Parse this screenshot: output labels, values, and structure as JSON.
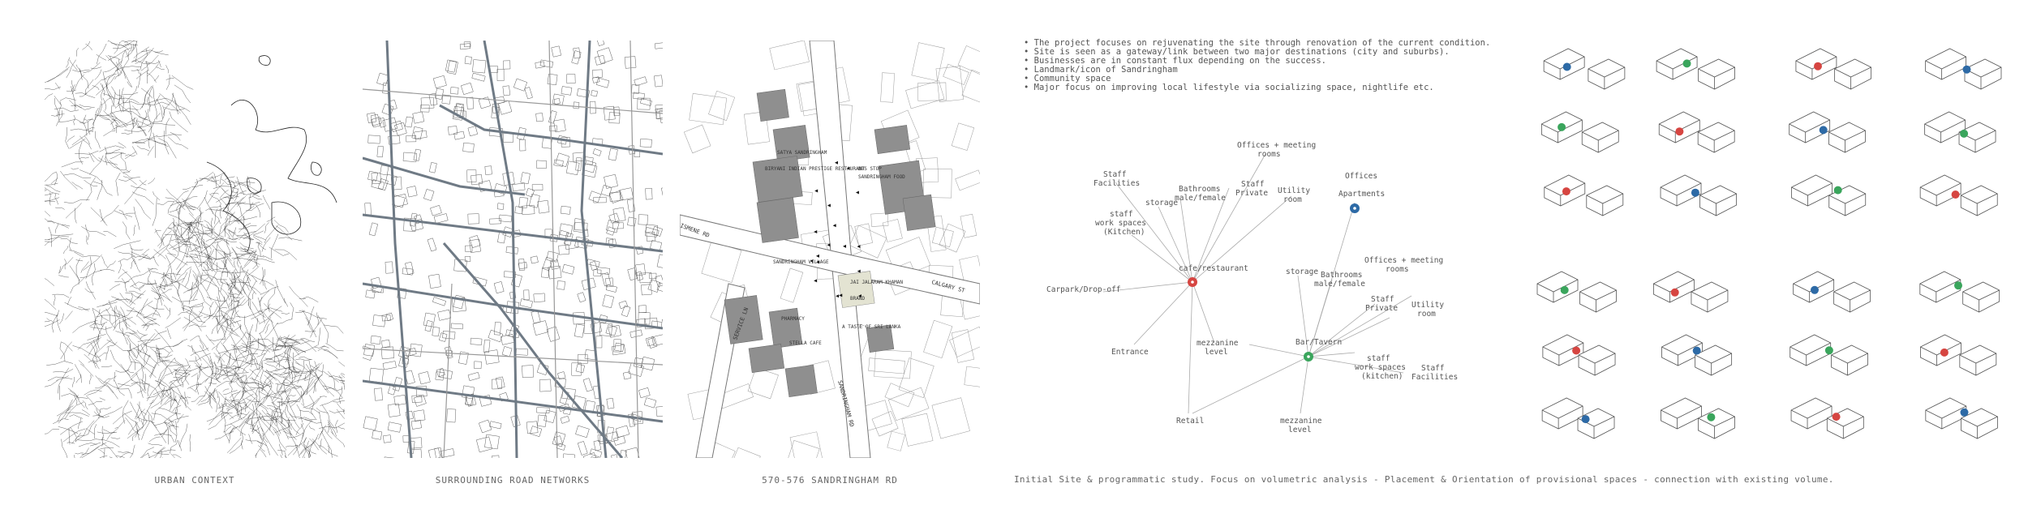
{
  "panels": [
    {
      "caption": "URBAN CONTEXT"
    },
    {
      "caption": "SURROUNDING ROAD NETWORKS"
    },
    {
      "caption": "570-576 SANDRINGHAM RD"
    }
  ],
  "site_map_labels": {
    "satya": "SATYA SANDRINGHAM",
    "biryani": "BIRYANI INDIAN PRESTIGE RESTAURANT",
    "bus_stop": "BUS STOP",
    "sandringham_food": "SANDRINGHAM FOOD",
    "sandringham_village": "SANDRINGHAM VILLAGE",
    "jai": "JAI JALARAM KHAMAN",
    "pharmacy": "PHARMACY",
    "stella": "STELLA CAFE",
    "sri_lanka": "A TASTE OF SRI LANKA",
    "brand": "BRAND",
    "ismene_rd": "ISMENE RD",
    "calgary_st": "CALGARY ST",
    "service_ln": "SERVICE LN",
    "sandringham_rd": "SANDRINGHAM RD"
  },
  "bullets": [
    "The project focuses on rejuvenating the site through renovation of the current condition.",
    "Site is seen as a gateway/link between two major destinations (city and suburbs).",
    "Businesses are in constant flux depending on the success.",
    "Landmark/icon of Sandringham",
    "Community space",
    "Major focus on improving local lifestyle via socializing space, nightlife etc."
  ],
  "diagram": {
    "hubs": [
      {
        "id": "cafe",
        "label": "cafe/restaurant",
        "color": "#d64541"
      },
      {
        "id": "offices",
        "label": "Apartments",
        "top_label": "Offices",
        "color": "#2d6aa6"
      },
      {
        "id": "bar",
        "label": "Bar/Tavern",
        "color": "#3aa55c"
      }
    ],
    "labels": {
      "offices_meeting_1": "Offices + meeting",
      "offices_meeting_1b": "rooms",
      "staff_private_1": "Staff",
      "staff_private_1b": "Private",
      "utility_1": "Utility",
      "utility_1b": "room",
      "bathrooms_1": "Bathrooms",
      "bathrooms_1b": "male/female",
      "storage_1": "storage",
      "staff_fac_1": "Staff",
      "staff_fac_1b": "Facilities",
      "work_1": "staff",
      "work_1b": "work spaces",
      "work_1c": "(Kitchen)",
      "carpark": "Carpark/Drop-off",
      "entrance": "Entrance",
      "mezz_1": "mezzanine",
      "mezz_1b": "level",
      "retail": "Retail",
      "storage_2": "storage",
      "bathrooms_2": "Bathrooms",
      "bathrooms_2b": "male/female",
      "offices_meeting_2": "Offices + meeting",
      "offices_meeting_2b": "rooms",
      "staff_private_2": "Staff",
      "staff_private_2b": "Private",
      "utility_2": "Utility",
      "utility_2b": "room",
      "work_2": "staff",
      "work_2b": "work spaces",
      "work_2c": "(kitchen)",
      "staff_fac_2": "Staff",
      "staff_fac_2b": "Facilities",
      "mezz_2": "mezzanine",
      "mezz_2b": "level"
    }
  },
  "bottom_caption": "Initial Site & programmatic study. Focus on volumetric analysis - Placement & Orientation of provisional spaces - connection with existing volume.",
  "colors": {
    "red": "#d64541",
    "blue": "#2d6aa6",
    "green": "#3aa55c",
    "line": "#999999",
    "building": "#8f8f8f"
  },
  "icons": [
    "volumetric-study-icon"
  ]
}
